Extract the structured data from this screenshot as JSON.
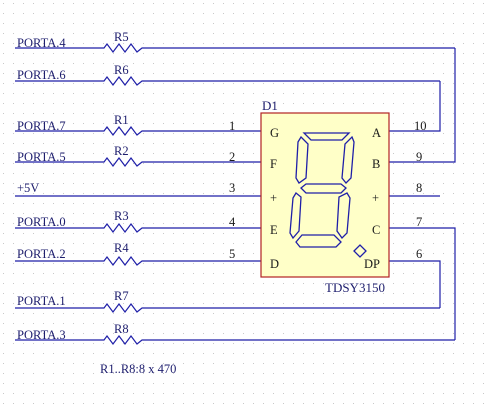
{
  "colors": {
    "wire": "#1F1FA8",
    "body_fill": "#FFFFC8",
    "body_stroke": "#B22222",
    "segment": "#1F1FA8",
    "grid_dot": "#C8C8C8",
    "text": "#1E1E6E"
  },
  "component": {
    "designator": "D1",
    "part": "TDSY3150",
    "footnote": "R1..R8:8 x 470"
  },
  "nets": [
    {
      "net": "PORTA.4",
      "res": "R5"
    },
    {
      "net": "PORTA.6",
      "res": "R6"
    },
    {
      "net": "PORTA.7",
      "res": "R1"
    },
    {
      "net": "PORTA.5",
      "res": "R2"
    },
    {
      "net": "+5V",
      "res": ""
    },
    {
      "net": "PORTA.0",
      "res": "R3"
    },
    {
      "net": "PORTA.2",
      "res": "R4"
    },
    {
      "net": "PORTA.1",
      "res": "R7"
    },
    {
      "net": "PORTA.3",
      "res": "R8"
    }
  ],
  "left_pins": [
    {
      "num": "1",
      "name": "G"
    },
    {
      "num": "2",
      "name": "F"
    },
    {
      "num": "3",
      "name": "+"
    },
    {
      "num": "4",
      "name": "E"
    },
    {
      "num": "5",
      "name": "D"
    }
  ],
  "right_pins": [
    {
      "num": "10",
      "name": "A"
    },
    {
      "num": "9",
      "name": "B"
    },
    {
      "num": "8",
      "name": "+"
    },
    {
      "num": "7",
      "name": "C"
    },
    {
      "num": "6",
      "name": "DP"
    }
  ]
}
